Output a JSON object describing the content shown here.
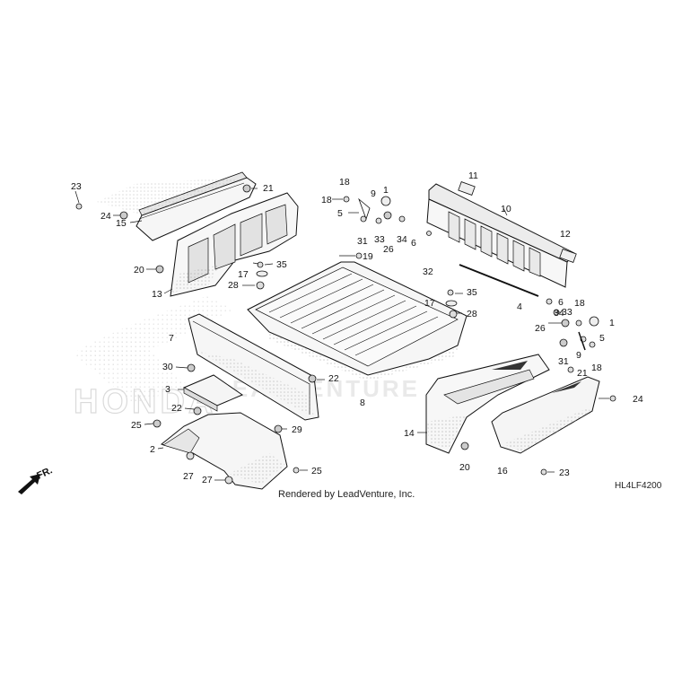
{
  "diagram": {
    "footer_text": "Rendered by LeadVenture, Inc.",
    "diagram_code": "HL4LF4200",
    "direction_label": "FR.",
    "watermark_text": "LEADVENTURE",
    "watermark_brand": "HONDA",
    "part_callouts": [
      "1",
      "2",
      "3",
      "4",
      "5",
      "6",
      "7",
      "8",
      "9",
      "10",
      "11",
      "12",
      "13",
      "14",
      "15",
      "16",
      "17",
      "18",
      "19",
      "20",
      "21",
      "22",
      "23",
      "24",
      "25",
      "26",
      "27",
      "28",
      "29",
      "30",
      "31",
      "32",
      "33",
      "34",
      "35"
    ],
    "accent_color": "#1a1a1a",
    "part_fill_color": "#f4f4f4",
    "shade_color": "#b8b8b8"
  }
}
